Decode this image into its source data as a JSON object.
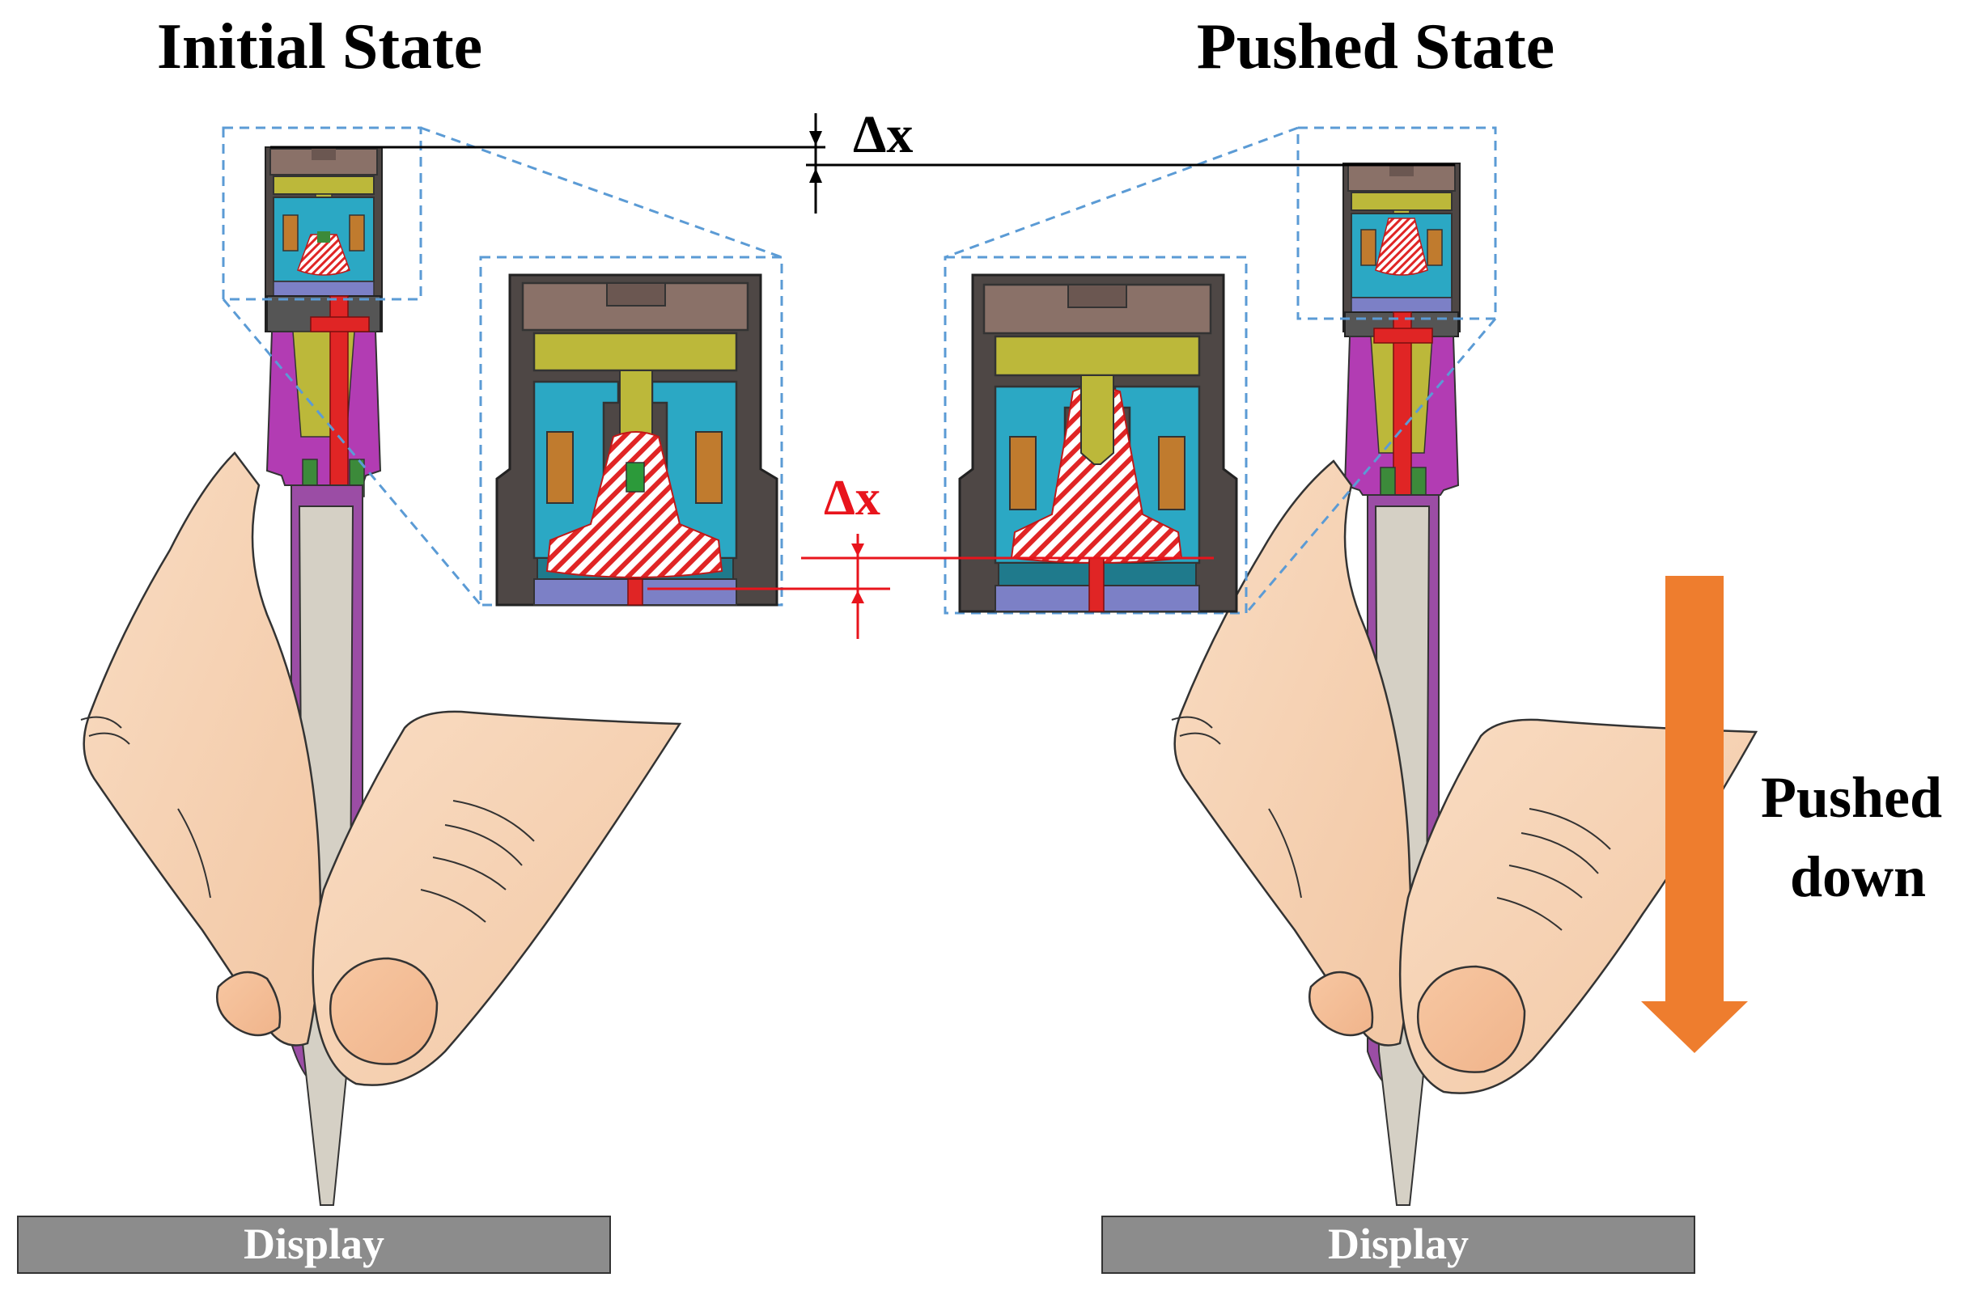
{
  "labels": {
    "initial_title": "Initial State",
    "pushed_title": "Pushed State",
    "delta_top": "Δx",
    "delta_zoom": "Δx",
    "pushed_line1": "Pushed",
    "pushed_line2": "down",
    "display_left": "Display",
    "display_right": "Display"
  },
  "colors": {
    "cap": "#8a7168",
    "housing": "#4e4745",
    "yoke": "#bcb83a",
    "coil_frame": "#2ba8c4",
    "coil": "#c07b2e",
    "plunger": "#e02525",
    "spring_green": "#3c8a3a",
    "sleeve": "#b23cb3",
    "base": "#7c80c6",
    "nib": "#d5d0c5",
    "skin": "#f7d5b7",
    "arrow": "#ee7d2e",
    "display": "#8c8c8c",
    "zoom_outline": "#5b9bd5",
    "delta_red": "#e8141c"
  },
  "state": {
    "push_offset_ratio": 0.0133
  }
}
